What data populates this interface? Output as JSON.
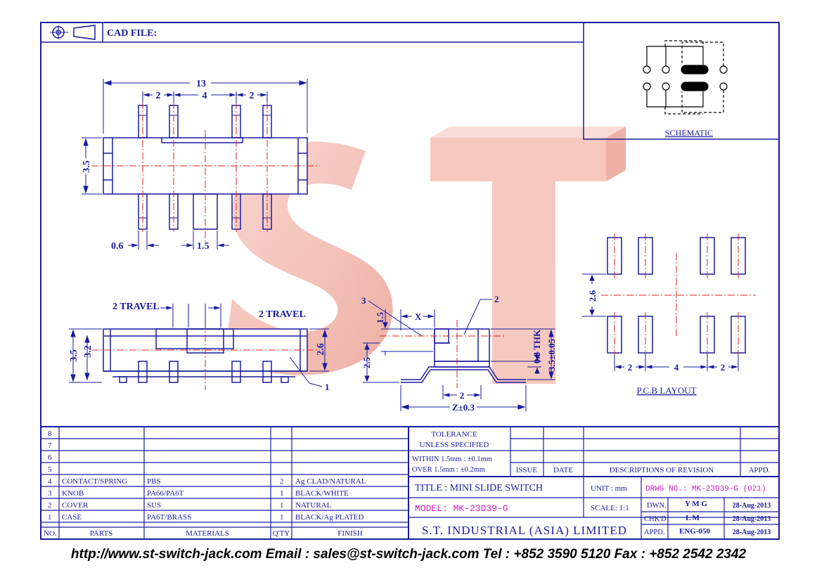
{
  "header": {
    "cad_file_label": "CAD FILE:"
  },
  "schematic": {
    "label": "SCHEMATIC"
  },
  "dimensions": {
    "top_width": "13",
    "pitch_left": "2",
    "pitch_mid": "4",
    "pitch_right": "2",
    "body_height": "3.5",
    "pin_width": "0.6",
    "knob_width": "1.5",
    "travel_left": "2 TRAVEL",
    "travel_right": "2 TRAVEL",
    "side_h1": "3.5",
    "side_h2": "3.2",
    "side_knob": "2.6",
    "end_3": "3",
    "end_2": "2",
    "end_x": "X",
    "end_15": "1.5",
    "end_25": "2.5",
    "end_thk": "0.3 THK",
    "end_h": "3.5±0.05",
    "end_2b": "2",
    "end_z": "Z±0.3",
    "callout_1": "1"
  },
  "pcb": {
    "label": "P.C.B LAYOUT",
    "height": "2.6",
    "p1": "2",
    "p2": "4",
    "p3": "2"
  },
  "watermark": "ST",
  "bom": {
    "row_numbers": [
      "8",
      "7",
      "6",
      "5"
    ],
    "rows": [
      {
        "no": "4",
        "part": "CONTACT/SPRING",
        "material": "PBS",
        "qty": "2",
        "finish": "Ag CLAD/NATURAL"
      },
      {
        "no": "3",
        "part": "KNOB",
        "material": "PA66/PA6T",
        "qty": "1",
        "finish": "BLACK/WHITE"
      },
      {
        "no": "2",
        "part": "COVER",
        "material": "SUS",
        "qty": "1",
        "finish": "NATURAL"
      },
      {
        "no": "1",
        "part": "CASE",
        "material": "PA6T/BRASS",
        "qty": "1",
        "finish": "BLACK/Ag PLATED"
      }
    ],
    "headers": {
      "no": "NO.",
      "parts": "PARTS",
      "materials": "MATERIALS",
      "qty": "Q'TY",
      "finish": "FINISH"
    }
  },
  "tolerance": {
    "title": "TOLERANCE",
    "subtitle": "UNLESS SPECIFIED",
    "within": "WITHIN 1.5mm : ±0.1mm",
    "over": "OVER 1.5mm : ±0.2mm"
  },
  "revision": {
    "issue": "ISSUE",
    "date": "DATE",
    "desc": "DESCRIPTIONS OF REVISION",
    "appd": "APPD."
  },
  "title_block": {
    "title": "TITLE : MINI SLIDE SWITCH",
    "model": "MODEL: MK-23D39-G",
    "company": "S.T. INDUSTRIAL (ASIA) LIMITED",
    "unit_label": "UNIT : mm",
    "scale_label": "SCALE: 1:1",
    "drwg_no": "DRWG NO.: MK-23D39-G (021)",
    "dwn_label": "DWN.",
    "dwn_name": "Y M G",
    "dwn_date": "28-Aug-2013",
    "chkd_label": "CHK'D",
    "chkd_name": "L M",
    "chkd_date": "28-Aug-2013",
    "appd_label": "APPD.",
    "appd_name": "ENG-050",
    "appd_date": "28-Aug-2013"
  },
  "footer": "http://www.st-switch-jack.com Email : sales@st-switch-jack.com Tel : +852 3590 5120 Fax : +852 2542 2342",
  "colors": {
    "line": "#1a1aa0",
    "centerline": "#e02020",
    "watermark": "#f3b8ae",
    "magenta": "#d020c0"
  }
}
